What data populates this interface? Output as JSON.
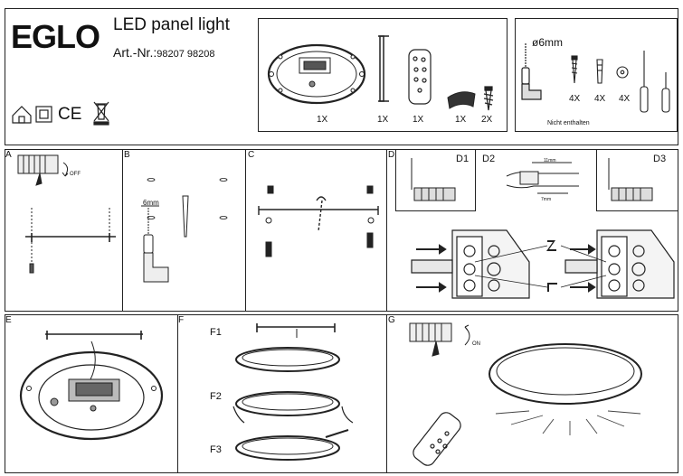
{
  "header": {
    "brand": "EGLO",
    "product_title": "LED panel light",
    "art_label": "Art.-Nr.:",
    "art_numbers": "98207 98208",
    "cert_marks": [
      "CE"
    ]
  },
  "parts_box": {
    "quantities": [
      "1X",
      "1X",
      "1X",
      "1X",
      "2X"
    ]
  },
  "tools_box": {
    "drill_size": "ø6mm",
    "quantities": [
      "4X",
      "4X",
      "4X"
    ],
    "note": "Nicht enthalten"
  },
  "steps": {
    "a": {
      "label": "A",
      "switch_state": "OFF"
    },
    "b": {
      "label": "B",
      "drill_label": "6mm"
    },
    "c": {
      "label": "C"
    },
    "d": {
      "label": "D",
      "sub": [
        "D1",
        "D2",
        "D3"
      ],
      "wire_len_1": "11mm",
      "wire_len_2": "7mm"
    },
    "e": {
      "label": "E"
    },
    "f": {
      "label": "F",
      "sub": [
        "F1",
        "F2",
        "F3"
      ]
    },
    "g": {
      "label": "G",
      "switch_state": "ON"
    }
  }
}
